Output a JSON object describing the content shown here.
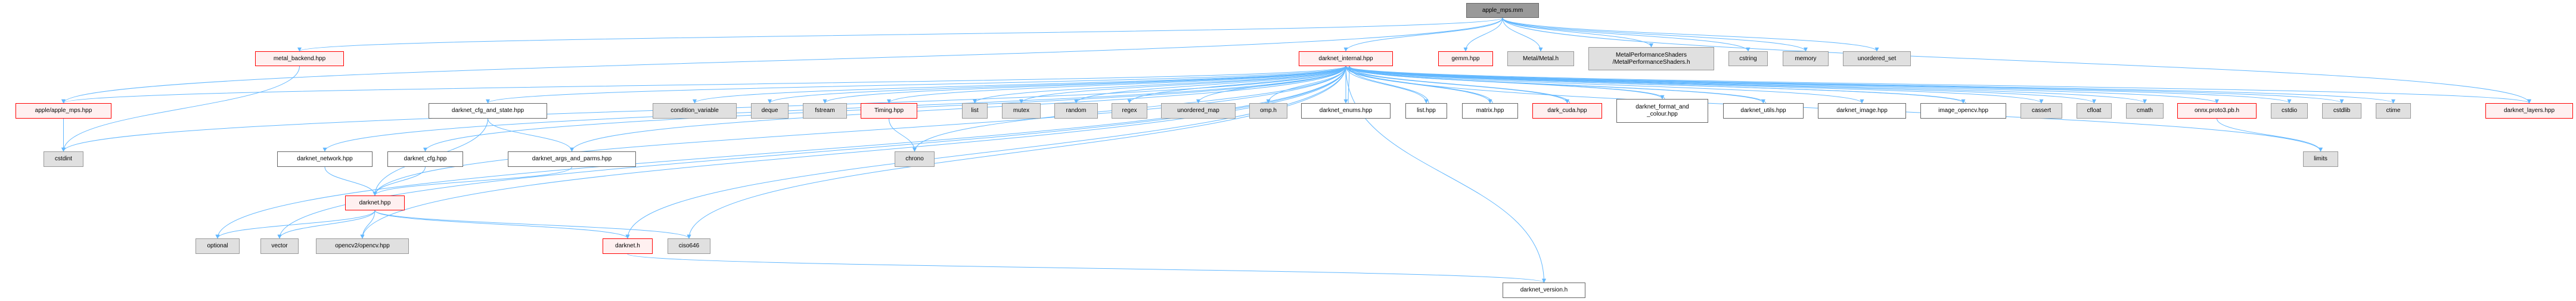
{
  "graph": {
    "edge_color": "#63b8ff",
    "nodes": [
      {
        "id": "root",
        "label": "apple_mps.mm",
        "style": "root"
      },
      {
        "id": "metal_backend",
        "label": "metal_backend.hpp",
        "style": "red"
      },
      {
        "id": "apple_mps_hpp",
        "label": "apple/apple_mps.hpp",
        "style": "red"
      },
      {
        "id": "cstdint",
        "label": "cstdint",
        "style": "gray"
      },
      {
        "id": "darknet_internal",
        "label": "darknet_internal.hpp",
        "style": "red"
      },
      {
        "id": "gemm",
        "label": "gemm.hpp",
        "style": "red"
      },
      {
        "id": "metal_h",
        "label": "Metal/Metal.h",
        "style": "gray"
      },
      {
        "id": "mps_h",
        "label": "MetalPerformanceShaders\n/MetalPerformanceShaders.h",
        "style": "gray"
      },
      {
        "id": "cstring",
        "label": "cstring",
        "style": "gray"
      },
      {
        "id": "memory",
        "label": "memory",
        "style": "gray"
      },
      {
        "id": "unordered_set",
        "label": "unordered_set",
        "style": "gray"
      },
      {
        "id": "cfg_and_state",
        "label": "darknet_cfg_and_state.hpp",
        "style": "white"
      },
      {
        "id": "condition_variable",
        "label": "condition_variable",
        "style": "gray"
      },
      {
        "id": "deque",
        "label": "deque",
        "style": "gray"
      },
      {
        "id": "fstream",
        "label": "fstream",
        "style": "gray"
      },
      {
        "id": "timing",
        "label": "Timing.hpp",
        "style": "red"
      },
      {
        "id": "list",
        "label": "list",
        "style": "gray"
      },
      {
        "id": "mutex",
        "label": "mutex",
        "style": "gray"
      },
      {
        "id": "random",
        "label": "random",
        "style": "gray"
      },
      {
        "id": "regex",
        "label": "regex",
        "style": "gray"
      },
      {
        "id": "unordered_map",
        "label": "unordered_map",
        "style": "gray"
      },
      {
        "id": "omp",
        "label": "omp.h",
        "style": "gray"
      },
      {
        "id": "enums",
        "label": "darknet_enums.hpp",
        "style": "white"
      },
      {
        "id": "list_hpp",
        "label": "list.hpp",
        "style": "white"
      },
      {
        "id": "matrix",
        "label": "matrix.hpp",
        "style": "white"
      },
      {
        "id": "dark_cuda",
        "label": "dark_cuda.hpp",
        "style": "red"
      },
      {
        "id": "format_colour",
        "label": "darknet_format_and\n_colour.hpp",
        "style": "white"
      },
      {
        "id": "utils",
        "label": "darknet_utils.hpp",
        "style": "white"
      },
      {
        "id": "image",
        "label": "darknet_image.hpp",
        "style": "white"
      },
      {
        "id": "image_opencv",
        "label": "image_opencv.hpp",
        "style": "white"
      },
      {
        "id": "cassert",
        "label": "cassert",
        "style": "gray"
      },
      {
        "id": "cfloat",
        "label": "cfloat",
        "style": "gray"
      },
      {
        "id": "cmath",
        "label": "cmath",
        "style": "gray"
      },
      {
        "id": "onnx",
        "label": "onnx.proto3.pb.h",
        "style": "red"
      },
      {
        "id": "cstdio",
        "label": "cstdio",
        "style": "gray"
      },
      {
        "id": "cstdlib",
        "label": "cstdlib",
        "style": "gray"
      },
      {
        "id": "ctime",
        "label": "ctime",
        "style": "gray"
      },
      {
        "id": "layers",
        "label": "darknet_layers.hpp",
        "style": "red"
      },
      {
        "id": "network",
        "label": "darknet_network.hpp",
        "style": "white"
      },
      {
        "id": "cfg",
        "label": "darknet_cfg.hpp",
        "style": "white"
      },
      {
        "id": "args_parms",
        "label": "darknet_args_and_parms.hpp",
        "style": "white"
      },
      {
        "id": "chrono",
        "label": "chrono",
        "style": "gray"
      },
      {
        "id": "limits",
        "label": "limits",
        "style": "gray"
      },
      {
        "id": "darknet_hpp",
        "label": "darknet.hpp",
        "style": "red"
      },
      {
        "id": "optional",
        "label": "optional",
        "style": "gray"
      },
      {
        "id": "vector",
        "label": "vector",
        "style": "gray"
      },
      {
        "id": "opencv",
        "label": "opencv2/opencv.hpp",
        "style": "gray"
      },
      {
        "id": "darknet_h",
        "label": "darknet.h",
        "style": "red"
      },
      {
        "id": "ciso646",
        "label": "ciso646",
        "style": "gray"
      },
      {
        "id": "version",
        "label": "darknet_version.h",
        "style": "white"
      }
    ],
    "edges": [
      [
        "root",
        "metal_backend"
      ],
      [
        "root",
        "apple_mps_hpp"
      ],
      [
        "root",
        "darknet_internal"
      ],
      [
        "root",
        "gemm"
      ],
      [
        "root",
        "metal_h"
      ],
      [
        "root",
        "mps_h"
      ],
      [
        "root",
        "cstring"
      ],
      [
        "root",
        "memory"
      ],
      [
        "root",
        "unordered_set"
      ],
      [
        "root",
        "layers"
      ],
      [
        "metal_backend",
        "cstdint"
      ],
      [
        "apple_mps_hpp",
        "cstdint"
      ],
      [
        "darknet_internal",
        "apple_mps_hpp"
      ],
      [
        "darknet_internal",
        "cstdint"
      ],
      [
        "darknet_internal",
        "optional"
      ],
      [
        "darknet_internal",
        "vector"
      ],
      [
        "darknet_internal",
        "opencv"
      ],
      [
        "darknet_internal",
        "darknet_hpp"
      ],
      [
        "darknet_internal",
        "network"
      ],
      [
        "darknet_internal",
        "cfg"
      ],
      [
        "darknet_internal",
        "cfg_and_state"
      ],
      [
        "darknet_internal",
        "args_parms"
      ],
      [
        "darknet_internal",
        "darknet_h"
      ],
      [
        "darknet_internal",
        "ciso646"
      ],
      [
        "darknet_internal",
        "condition_variable"
      ],
      [
        "darknet_internal",
        "deque"
      ],
      [
        "darknet_internal",
        "fstream"
      ],
      [
        "darknet_internal",
        "timing"
      ],
      [
        "darknet_internal",
        "chrono"
      ],
      [
        "darknet_internal",
        "list"
      ],
      [
        "darknet_internal",
        "mutex"
      ],
      [
        "darknet_internal",
        "random"
      ],
      [
        "darknet_internal",
        "regex"
      ],
      [
        "darknet_internal",
        "unordered_map"
      ],
      [
        "darknet_internal",
        "omp"
      ],
      [
        "darknet_internal",
        "enums"
      ],
      [
        "darknet_internal",
        "list_hpp"
      ],
      [
        "darknet_internal",
        "matrix"
      ],
      [
        "darknet_internal",
        "dark_cuda"
      ],
      [
        "darknet_internal",
        "format_colour"
      ],
      [
        "darknet_internal",
        "utils"
      ],
      [
        "darknet_internal",
        "image"
      ],
      [
        "darknet_internal",
        "image_opencv"
      ],
      [
        "darknet_internal",
        "cassert"
      ],
      [
        "darknet_internal",
        "cfloat"
      ],
      [
        "darknet_internal",
        "cmath"
      ],
      [
        "darknet_internal",
        "onnx"
      ],
      [
        "darknet_internal",
        "cstdio"
      ],
      [
        "darknet_internal",
        "cstdlib"
      ],
      [
        "darknet_internal",
        "ctime"
      ],
      [
        "darknet_internal",
        "layers"
      ],
      [
        "darknet_internal",
        "limits"
      ],
      [
        "darknet_internal",
        "version"
      ],
      [
        "enums",
        "darknet_internal"
      ],
      [
        "list_hpp",
        "darknet_internal"
      ],
      [
        "matrix",
        "darknet_internal"
      ],
      [
        "dark_cuda",
        "darknet_internal"
      ],
      [
        "format_colour",
        "darknet_internal"
      ],
      [
        "utils",
        "darknet_internal"
      ],
      [
        "image_opencv",
        "darknet_internal"
      ],
      [
        "cfg_and_state",
        "darknet_hpp"
      ],
      [
        "cfg_and_state",
        "args_parms"
      ],
      [
        "network",
        "darknet_hpp"
      ],
      [
        "cfg",
        "darknet_hpp"
      ],
      [
        "args_parms",
        "darknet_hpp"
      ],
      [
        "darknet_hpp",
        "optional"
      ],
      [
        "darknet_hpp",
        "vector"
      ],
      [
        "darknet_hpp",
        "opencv"
      ],
      [
        "darknet_hpp",
        "darknet_h"
      ],
      [
        "darknet_hpp",
        "ciso646"
      ],
      [
        "darknet_h",
        "version"
      ],
      [
        "timing",
        "chrono"
      ],
      [
        "onnx",
        "limits"
      ]
    ]
  }
}
